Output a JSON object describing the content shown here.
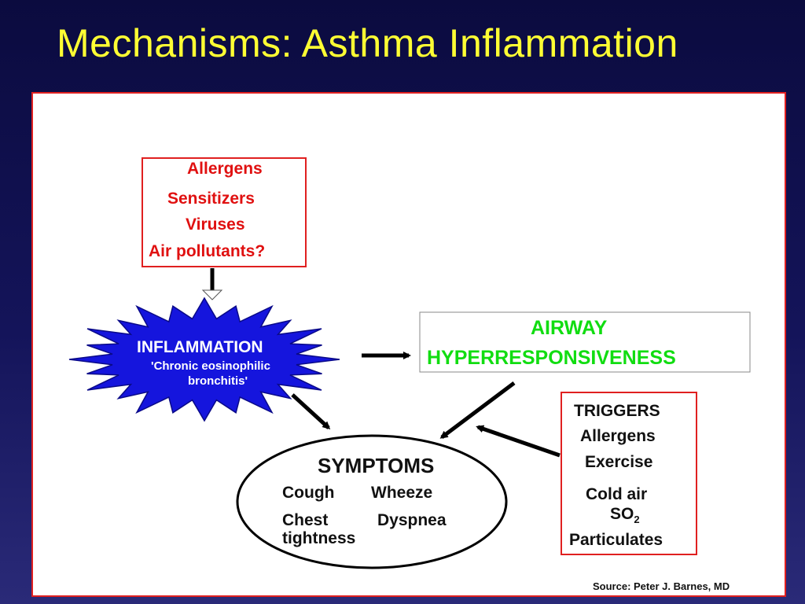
{
  "slide": {
    "title": "Mechanisms:  Asthma Inflammation"
  },
  "causes": {
    "items": [
      "Allergens",
      "Sensitizers",
      "Viruses",
      "Air pollutants?"
    ]
  },
  "inflammation": {
    "title": "INFLAMMATION",
    "subtitle_line1": "'Chronic eosinophilic",
    "subtitle_line2": "bronchitis'"
  },
  "airway": {
    "line1": "AIRWAY",
    "line2": "HYPERRESPONSIVENESS"
  },
  "triggers": {
    "heading": "TRIGGERS",
    "items": [
      "Allergens",
      "Exercise",
      "Cold air"
    ],
    "so": "SO",
    "so_subscript": "2",
    "last_item": "Particulates"
  },
  "symptoms": {
    "heading": "SYMPTOMS",
    "cough": "Cough",
    "wheeze": "Wheeze",
    "chest": "Chest",
    "dyspnea": "Dyspnea",
    "tightness": "tightness"
  },
  "source": "Source:  Peter J. Barnes, MD",
  "colors": {
    "title": "#ffff33",
    "accent_red": "#e01010",
    "airway_green": "#11dd11",
    "burst_blue": "#1515dd"
  }
}
